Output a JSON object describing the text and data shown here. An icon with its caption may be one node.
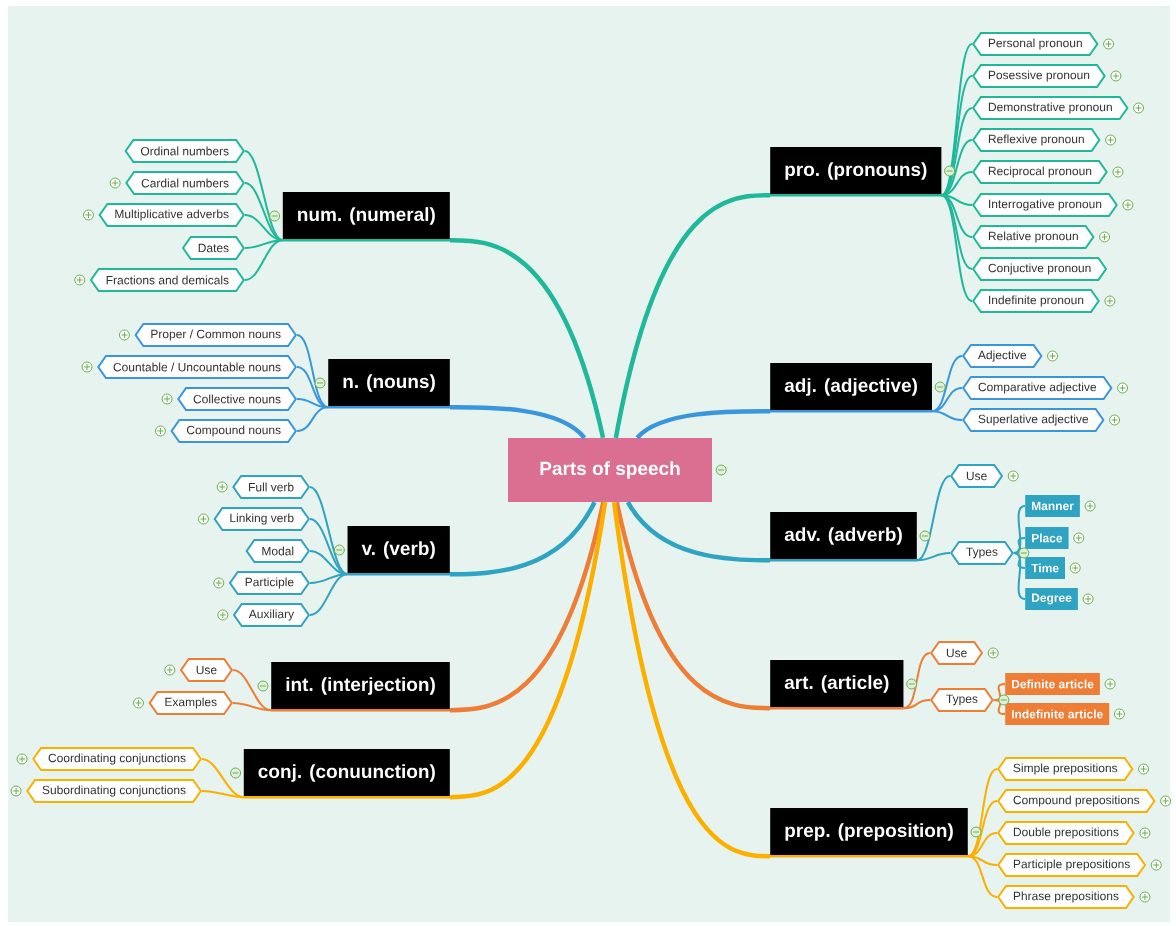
{
  "diagram": {
    "nodes": [
      {
        "text": [
          "Parts of speech"
        ]
      },
      {
        "text": [
          "num. (numeral)"
        ]
      },
      {
        "text": [
          "Ordinal numbers"
        ]
      },
      {
        "text": [
          "Cardial numbers"
        ]
      },
      {
        "text": [
          "Multiplicative adverbs"
        ]
      },
      {
        "text": [
          "Dates"
        ]
      },
      {
        "text": [
          "Fractions and demicals"
        ]
      },
      {
        "text": [
          "n. (nouns)"
        ]
      },
      {
        "text": [
          "Proper / Common nouns"
        ]
      },
      {
        "text": [
          "Countable / Uncountable nouns"
        ]
      },
      {
        "text": [
          "Collective nouns"
        ]
      },
      {
        "text": [
          "Compound nouns"
        ]
      },
      {
        "text": [
          "v. (verb)"
        ]
      },
      {
        "text": [
          "Full verb"
        ]
      },
      {
        "text": [
          "Linking verb"
        ]
      },
      {
        "text": [
          "Modal"
        ]
      },
      {
        "text": [
          "Participle"
        ]
      },
      {
        "text": [
          "Auxiliary"
        ]
      },
      {
        "text": [
          "int. (interjection)"
        ]
      },
      {
        "text": [
          "Use"
        ]
      },
      {
        "text": [
          "Examples"
        ]
      },
      {
        "text": [
          "conj. (conuunction)"
        ]
      },
      {
        "text": [
          "Coordinating conjunctions"
        ]
      },
      {
        "text": [
          "Subordinating conjunctions"
        ]
      },
      {
        "text": [
          "pro. (pronouns)"
        ]
      },
      {
        "text": [
          "Personal pronoun"
        ]
      },
      {
        "text": [
          "Posessive pronoun"
        ]
      },
      {
        "text": [
          "Demonstrative pronoun"
        ]
      },
      {
        "text": [
          "Reflexive pronoun"
        ]
      },
      {
        "text": [
          "Reciprocal pronoun"
        ]
      },
      {
        "text": [
          "Interrogative pronoun"
        ]
      },
      {
        "text": [
          "Relative pronoun"
        ]
      },
      {
        "text": [
          "Conjuctive pronoun"
        ]
      },
      {
        "text": [
          "Indefinite pronoun"
        ]
      },
      {
        "text": [
          "adj. (adjective)"
        ]
      },
      {
        "text": [
          "Adjective"
        ]
      },
      {
        "text": [
          "Comparative adjective"
        ]
      },
      {
        "text": [
          "Superlative adjective"
        ]
      },
      {
        "text": [
          "adv. (adverb)"
        ]
      },
      {
        "text": [
          "Use"
        ]
      },
      {
        "text": [
          "Types"
        ]
      },
      {
        "text": [
          "Manner"
        ]
      },
      {
        "text": [
          "Place"
        ]
      },
      {
        "text": [
          "Time"
        ]
      },
      {
        "text": [
          "Degree"
        ]
      },
      {
        "text": [
          "art. (article)"
        ]
      },
      {
        "text": [
          "Use"
        ]
      },
      {
        "text": [
          "Types"
        ]
      },
      {
        "text": [
          "Definite article"
        ]
      },
      {
        "text": [
          "Indefinite article"
        ]
      },
      {
        "text": [
          "prep. (preposition)"
        ]
      },
      {
        "text": [
          "Simple prepositions"
        ]
      },
      {
        "text": [
          "Compound prepositions"
        ]
      },
      {
        "text": [
          "Double prepositions"
        ]
      },
      {
        "text": [
          "Participle prepositions"
        ]
      },
      {
        "text": [
          "Phrase prepositions"
        ]
      }
    ],
    "edges": [
      {
        "from": 0,
        "to": 1,
        "arrow": "none",
        "style": "thick",
        "color": "#1fb89a"
      },
      {
        "from": 1,
        "to": 2,
        "arrow": "none",
        "color": "#1fb89a"
      },
      {
        "from": 1,
        "to": 3,
        "arrow": "none",
        "color": "#1fb89a"
      },
      {
        "from": 1,
        "to": 4,
        "arrow": "none",
        "color": "#1fb89a"
      },
      {
        "from": 1,
        "to": 5,
        "arrow": "none",
        "color": "#1fb89a"
      },
      {
        "from": 1,
        "to": 6,
        "arrow": "none",
        "color": "#1fb89a"
      },
      {
        "from": 0,
        "to": 7,
        "arrow": "none",
        "style": "thick",
        "color": "#3a96dc"
      },
      {
        "from": 7,
        "to": 8,
        "arrow": "none",
        "color": "#3a96dc"
      },
      {
        "from": 7,
        "to": 9,
        "arrow": "none",
        "color": "#3a96dc"
      },
      {
        "from": 7,
        "to": 10,
        "arrow": "none",
        "color": "#3a96dc"
      },
      {
        "from": 7,
        "to": 11,
        "arrow": "none",
        "color": "#3a96dc"
      },
      {
        "from": 0,
        "to": 12,
        "arrow": "none",
        "style": "thick",
        "color": "#2ea3c2"
      },
      {
        "from": 12,
        "to": 13,
        "arrow": "none",
        "color": "#2ea3c2"
      },
      {
        "from": 12,
        "to": 14,
        "arrow": "none",
        "color": "#2ea3c2"
      },
      {
        "from": 12,
        "to": 15,
        "arrow": "none",
        "color": "#2ea3c2"
      },
      {
        "from": 12,
        "to": 16,
        "arrow": "none",
        "color": "#2ea3c2"
      },
      {
        "from": 12,
        "to": 17,
        "arrow": "none",
        "color": "#2ea3c2"
      },
      {
        "from": 0,
        "to": 18,
        "arrow": "none",
        "style": "thick",
        "color": "#ee7d36"
      },
      {
        "from": 18,
        "to": 19,
        "arrow": "none",
        "color": "#ee7d36"
      },
      {
        "from": 18,
        "to": 20,
        "arrow": "none",
        "color": "#ee7d36"
      },
      {
        "from": 0,
        "to": 21,
        "arrow": "none",
        "style": "thick",
        "color": "#fbb000"
      },
      {
        "from": 21,
        "to": 22,
        "arrow": "none",
        "color": "#fbb000"
      },
      {
        "from": 21,
        "to": 23,
        "arrow": "none",
        "color": "#fbb000"
      },
      {
        "from": 0,
        "to": 24,
        "arrow": "none",
        "style": "thick",
        "color": "#1fb89a"
      },
      {
        "from": 24,
        "to": 25,
        "arrow": "none",
        "color": "#1fb89a"
      },
      {
        "from": 24,
        "to": 26,
        "arrow": "none",
        "color": "#1fb89a"
      },
      {
        "from": 24,
        "to": 27,
        "arrow": "none",
        "color": "#1fb89a"
      },
      {
        "from": 24,
        "to": 28,
        "arrow": "none",
        "color": "#1fb89a"
      },
      {
        "from": 24,
        "to": 29,
        "arrow": "none",
        "color": "#1fb89a"
      },
      {
        "from": 24,
        "to": 30,
        "arrow": "none",
        "color": "#1fb89a"
      },
      {
        "from": 24,
        "to": 31,
        "arrow": "none",
        "color": "#1fb89a"
      },
      {
        "from": 24,
        "to": 32,
        "arrow": "none",
        "color": "#1fb89a"
      },
      {
        "from": 24,
        "to": 33,
        "arrow": "none",
        "color": "#1fb89a"
      },
      {
        "from": 0,
        "to": 34,
        "arrow": "none",
        "style": "thick",
        "color": "#3a96dc"
      },
      {
        "from": 34,
        "to": 35,
        "arrow": "none",
        "color": "#3a96dc"
      },
      {
        "from": 34,
        "to": 36,
        "arrow": "none",
        "color": "#3a96dc"
      },
      {
        "from": 34,
        "to": 37,
        "arrow": "none",
        "color": "#3a96dc"
      },
      {
        "from": 0,
        "to": 38,
        "arrow": "none",
        "style": "thick",
        "color": "#2ea3c2"
      },
      {
        "from": 38,
        "to": 39,
        "arrow": "none",
        "color": "#2ea3c2"
      },
      {
        "from": 38,
        "to": 40,
        "arrow": "none",
        "color": "#2ea3c2"
      },
      {
        "from": 40,
        "to": 41,
        "arrow": "none",
        "color": "#2ea3c2"
      },
      {
        "from": 40,
        "to": 42,
        "arrow": "none",
        "color": "#2ea3c2"
      },
      {
        "from": 40,
        "to": 43,
        "arrow": "none",
        "color": "#2ea3c2"
      },
      {
        "from": 40,
        "to": 44,
        "arrow": "none",
        "color": "#2ea3c2"
      },
      {
        "from": 0,
        "to": 45,
        "arrow": "none",
        "style": "thick",
        "color": "#ee7d36"
      },
      {
        "from": 45,
        "to": 46,
        "arrow": "none",
        "color": "#ee7d36"
      },
      {
        "from": 45,
        "to": 47,
        "arrow": "none",
        "color": "#ee7d36"
      },
      {
        "from": 47,
        "to": 48,
        "arrow": "none",
        "color": "#ee7d36"
      },
      {
        "from": 47,
        "to": 49,
        "arrow": "none",
        "color": "#ee7d36"
      },
      {
        "from": 0,
        "to": 50,
        "arrow": "none",
        "style": "thick",
        "color": "#fbb000"
      },
      {
        "from": 50,
        "to": 51,
        "arrow": "none",
        "color": "#fbb000"
      },
      {
        "from": 50,
        "to": 52,
        "arrow": "none",
        "color": "#fbb000"
      },
      {
        "from": 50,
        "to": 53,
        "arrow": "none",
        "color": "#fbb000"
      },
      {
        "from": 50,
        "to": 54,
        "arrow": "none",
        "color": "#fbb000"
      },
      {
        "from": 50,
        "to": 55,
        "arrow": "none",
        "color": "#fbb000"
      }
    ]
  }
}
